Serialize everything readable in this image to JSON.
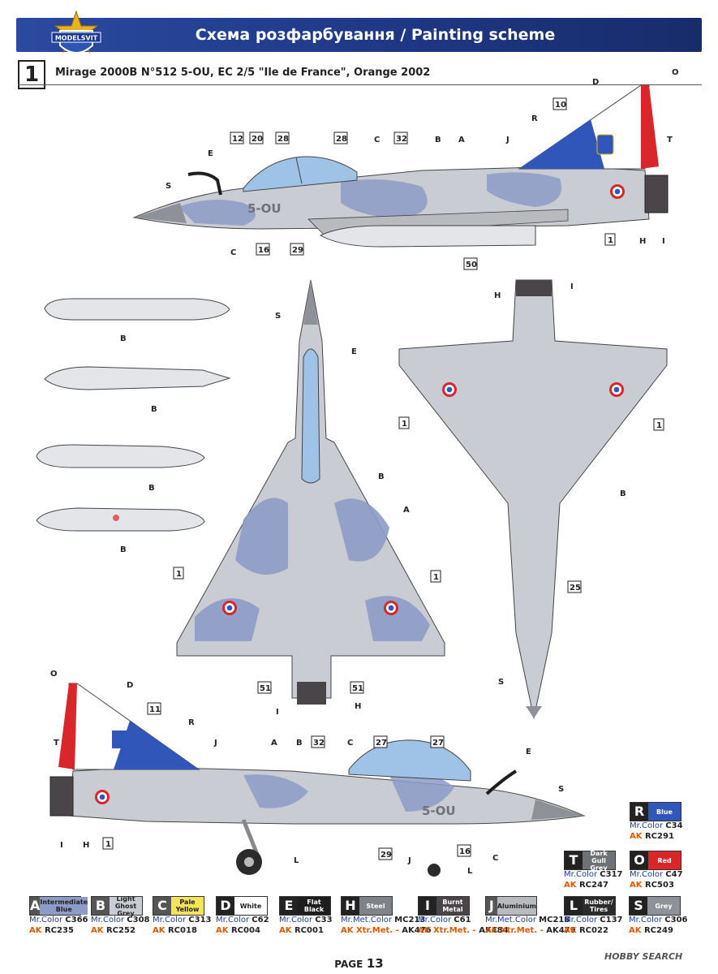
{
  "header": {
    "title": "Схема розфарбування / Painting scheme",
    "logo_text": "MODELSVIT"
  },
  "scheme": {
    "number": "1",
    "caption": "Mirage 2000B N°512 5-OU, EC 2/5 \"Ile de France\", Orange 2002"
  },
  "aircraft_marking": "5-OU",
  "callouts": {
    "side_top": [
      "D",
      "O",
      "10",
      "R",
      "12",
      "20",
      "28",
      "28",
      "C",
      "32",
      "B",
      "A",
      "J",
      "T",
      "E",
      "S",
      "C",
      "16",
      "29",
      "1",
      "H",
      "I",
      "50"
    ],
    "stores": [
      "B",
      "B",
      "B",
      "B"
    ],
    "top_view": [
      "S",
      "E",
      "B",
      "A",
      "1",
      "1",
      "51",
      "51",
      "I",
      "H"
    ],
    "bottom_view": [
      "H",
      "I",
      "1",
      "1",
      "B",
      "25",
      "S"
    ],
    "side_bottom": [
      "O",
      "D",
      "11",
      "R",
      "T",
      "J",
      "A",
      "B",
      "32",
      "C",
      "27",
      "27",
      "E",
      "S",
      "I",
      "H",
      "1",
      "29",
      "J",
      "16",
      "C",
      "L",
      "L"
    ]
  },
  "colors": [
    {
      "letter": "A",
      "name": "Intermediate Blue",
      "mr": "Mr.Color",
      "mr_code": "C366",
      "ak": "AK",
      "ak_code": "RC235",
      "bg": "#8d9bc7",
      "fg": "#222"
    },
    {
      "letter": "B",
      "name": "Light Ghost Grey",
      "mr": "Mr.Color",
      "mr_code": "C308",
      "ak": "AK",
      "ak_code": "RC252",
      "bg": "#c9ccd2",
      "fg": "#222"
    },
    {
      "letter": "C",
      "name": "Pale Yellow",
      "mr": "Mr.Color",
      "mr_code": "C313",
      "ak": "AK",
      "ak_code": "RC018",
      "bg": "#f4e45c",
      "fg": "#222"
    },
    {
      "letter": "D",
      "name": "White",
      "mr": "Mr.Color",
      "mr_code": "C62",
      "ak": "AK",
      "ak_code": "RC004",
      "bg": "#ffffff",
      "fg": "#222"
    },
    {
      "letter": "E",
      "name": "Flat Black",
      "mr": "Mr.Color",
      "mr_code": "C33",
      "ak": "AK",
      "ak_code": "RC001",
      "bg": "#1e1e1e",
      "fg": "#fff"
    },
    {
      "letter": "H",
      "name": "Steel",
      "mr": "Mr.Met.Color",
      "mr_code": "MC213",
      "ak": "AK Xtr.Met. -",
      "ak_code": "AK476",
      "bg": "#7f8286",
      "fg": "#fff"
    },
    {
      "letter": "I",
      "name": "Burnt Metal",
      "mr": "Mr.Color",
      "mr_code": "C61",
      "ak": "AK Xtr.Met. -",
      "ak_code": "AK484",
      "bg": "#4a4548",
      "fg": "#fff"
    },
    {
      "letter": "J",
      "name": "Aluminium",
      "mr": "Mr.Met.Color",
      "mr_code": "MC218",
      "ak": "AK Xtr.Met. -",
      "ak_code": "AK479",
      "bg": "#b8babd",
      "fg": "#222"
    },
    {
      "letter": "L",
      "name": "Rubber/ Tires",
      "mr": "Mr.Color",
      "mr_code": "C137",
      "ak": "AK",
      "ak_code": "RC022",
      "bg": "#2b2b2b",
      "fg": "#fff"
    },
    {
      "letter": "S",
      "name": "Grey",
      "mr": "Mr.Color",
      "mr_code": "C306",
      "ak": "AK",
      "ak_code": "RC249",
      "bg": "#8e9197",
      "fg": "#fff"
    },
    {
      "letter": "R",
      "name": "Blue",
      "mr": "Mr.Color",
      "mr_code": "C34",
      "ak": "AK",
      "ak_code": "RC291",
      "bg": "#2f56b8",
      "fg": "#fff"
    },
    {
      "letter": "T",
      "name": "Dark Gull Grey",
      "mr": "Mr.Color",
      "mr_code": "C317",
      "ak": "AK",
      "ak_code": "RC247",
      "bg": "#6e7176",
      "fg": "#fff"
    },
    {
      "letter": "O",
      "name": "Red",
      "mr": "Mr.Color",
      "mr_code": "C47",
      "ak": "AK",
      "ak_code": "RC503",
      "bg": "#d8262a",
      "fg": "#fff"
    }
  ],
  "footer": {
    "page_label": "PAGE",
    "page_number": "13",
    "watermark": "HOBBY SEARCH"
  }
}
